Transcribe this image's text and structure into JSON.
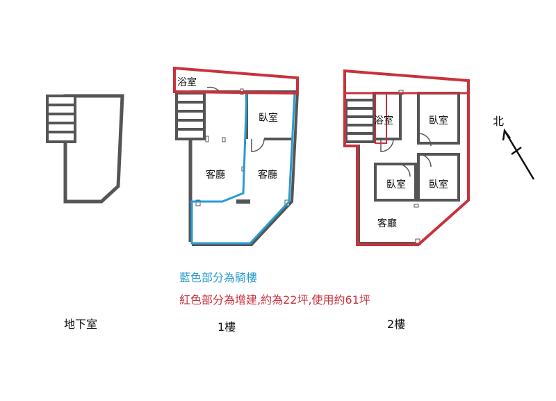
{
  "rooms": {
    "f1_bath": "浴室",
    "f1_bed": "臥室",
    "f1_living_left": "客廳",
    "f1_living_right": "客廳",
    "f2_bath": "浴室",
    "f2_bed_top": "臥室",
    "f2_bed_mid": "臥室",
    "f2_bed_right": "臥室",
    "f2_living": "客廳"
  },
  "legend": {
    "blue_text": "藍色部分為騎樓",
    "red_text": "紅色部分為增建,約為22坪,使用約61坪"
  },
  "floors": {
    "basement": "地下室",
    "first": "1樓",
    "second": "2樓"
  },
  "compass": {
    "north": "北"
  },
  "colors": {
    "wall": "#555555",
    "blue": "#2a9bd1",
    "red": "#c8323c"
  }
}
